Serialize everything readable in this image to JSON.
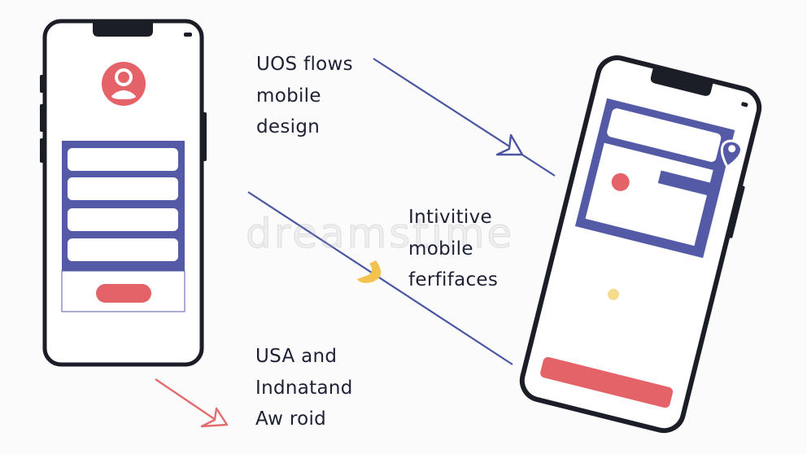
{
  "captions": {
    "top": [
      "UOS flows",
      "mobile",
      "design"
    ],
    "middle": [
      "Intivitive",
      "mobile",
      "ferfifaces"
    ],
    "bottom": [
      "USA and",
      "Indnatand",
      "Aw roid"
    ]
  },
  "watermark": "dreamstime",
  "colors": {
    "outline": "#1b1d27",
    "form_blue": "#555aa6",
    "accent_red": "#e36369",
    "accent_yellow": "#f3c34f",
    "arrow_blue": "#4b56a3",
    "arrow_red": "#e36c6f"
  }
}
